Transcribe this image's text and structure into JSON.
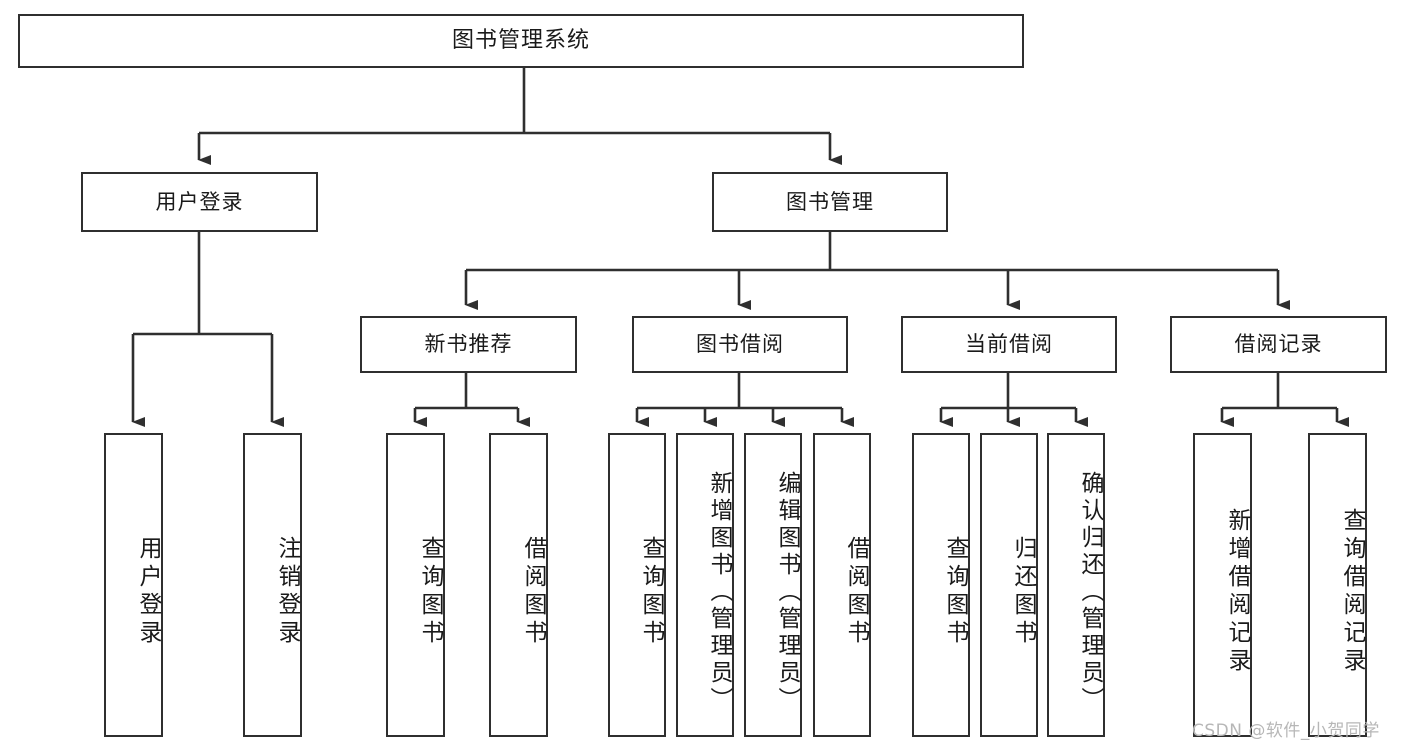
{
  "diagram": {
    "type": "tree-hierarchy",
    "title": "图书管理系统",
    "watermark": "CSDN @软件_小贺同学",
    "colors": {
      "stroke": "#2f2f2f",
      "fill": "#ffffff",
      "text": "#1a1a1a",
      "watermark": "#b7b7b7"
    },
    "nodes": {
      "root": {
        "label": "图书管理系统"
      },
      "level2": [
        {
          "id": "user-login",
          "label": "用户登录"
        },
        {
          "id": "book-manage",
          "label": "图书管理"
        }
      ],
      "level3": [
        {
          "id": "new-book-recommend",
          "label": "新书推荐"
        },
        {
          "id": "book-borrow",
          "label": "图书借阅"
        },
        {
          "id": "current-borrow",
          "label": "当前借阅"
        },
        {
          "id": "borrow-record",
          "label": "借阅记录"
        }
      ],
      "leaves": {
        "user_login": [
          {
            "id": "leaf-user-login",
            "label": "用户登录"
          },
          {
            "id": "leaf-logout-login",
            "label": "注销登录"
          }
        ],
        "new_book_recommend": [
          {
            "id": "leaf-query-book-1",
            "label": "查询图书"
          },
          {
            "id": "leaf-borrow-book-1",
            "label": "借阅图书"
          }
        ],
        "book_borrow": [
          {
            "id": "leaf-query-book-2",
            "label": "查询图书"
          },
          {
            "id": "leaf-add-book",
            "label": "新增图书（管理员）"
          },
          {
            "id": "leaf-edit-book",
            "label": "编辑图书（管理员）"
          },
          {
            "id": "leaf-borrow-book-2",
            "label": "借阅图书"
          }
        ],
        "current_borrow": [
          {
            "id": "leaf-query-book-3",
            "label": "查询图书"
          },
          {
            "id": "leaf-return-book",
            "label": "归还图书"
          },
          {
            "id": "leaf-confirm-return",
            "label": "确认归还（管理员）"
          }
        ],
        "borrow_record": [
          {
            "id": "leaf-add-record",
            "label": "新增借阅记录"
          },
          {
            "id": "leaf-query-record",
            "label": "查询借阅记录"
          }
        ]
      }
    }
  }
}
